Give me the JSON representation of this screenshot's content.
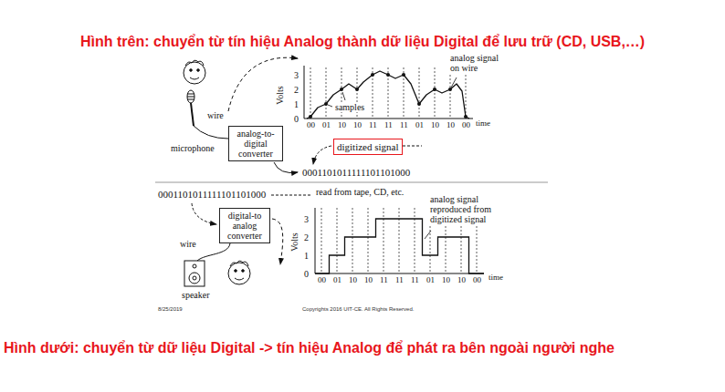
{
  "diagram": {
    "title": "Hình trên: chuyển từ tín hiệu Analog thành dữ liệu Digital để lưu trữ (CD, USB,…)",
    "caption": "Hình dưới: chuyển từ dữ liệu Digital -> tín hiệu Analog để phát ra bên ngoài người nghe",
    "nodes": [
      {
        "text": [
          "analog-to-digital converter"
        ]
      },
      {
        "text": [
          "digitized signal"
        ]
      },
      {
        "text": [
          "digital-to analog converter"
        ]
      }
    ],
    "labels": [
      "wire",
      "microphone",
      "0001101011111101101000",
      "analog signal on wire",
      "samples",
      "Volts",
      "3",
      "2",
      "1",
      "0",
      "00",
      "01",
      "10",
      "10",
      "11",
      "11",
      "11",
      "01",
      "10",
      "10",
      "00",
      "time",
      "0001101011111101101000",
      "read from tape, CD, etc.",
      "wire",
      "speaker",
      "Volts",
      "3",
      "2",
      "1",
      "0",
      "analog signal reproduced from digitized signal",
      "00",
      "01",
      "10",
      "10",
      "11",
      "11",
      "11",
      "01",
      "10",
      "10",
      "00",
      "time",
      "8/25/2019",
      "Copyrights 2016 UIT-CE. All Rights Reserved."
    ]
  }
}
